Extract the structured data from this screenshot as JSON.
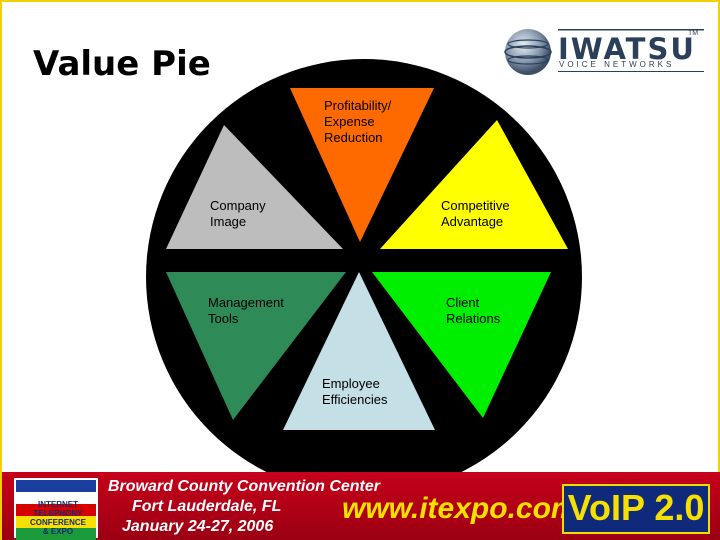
{
  "slide": {
    "title": "Value Pie"
  },
  "logo": {
    "brand": "IWATSU",
    "trademark": "TM",
    "tagline": "VOICE NETWORKS"
  },
  "diagram": {
    "segments": [
      {
        "label": "Profitability/\nExpense\nReduction",
        "color": "#ff6a00"
      },
      {
        "label": "Competitive\nAdvantage",
        "color": "#ffff00"
      },
      {
        "label": "Client\nRelations",
        "color": "#00ee00"
      },
      {
        "label": "Employee\nEfficiencies",
        "color": "#c4e0e6"
      },
      {
        "label": "Management\nTools",
        "color": "#2e8b57"
      },
      {
        "label": "Company\nImage",
        "color": "#bdbdbd"
      }
    ],
    "background_color": "#000000"
  },
  "banner": {
    "venue": "Broward County Convention Center",
    "city": "Fort Lauderdale, FL",
    "dates": "January 24-27, 2006",
    "url": "www.itexpo.com",
    "event": "VoIP 2.0",
    "badge_text": "INTERNET TELEPHONY CONFERENCE & EXPO"
  }
}
